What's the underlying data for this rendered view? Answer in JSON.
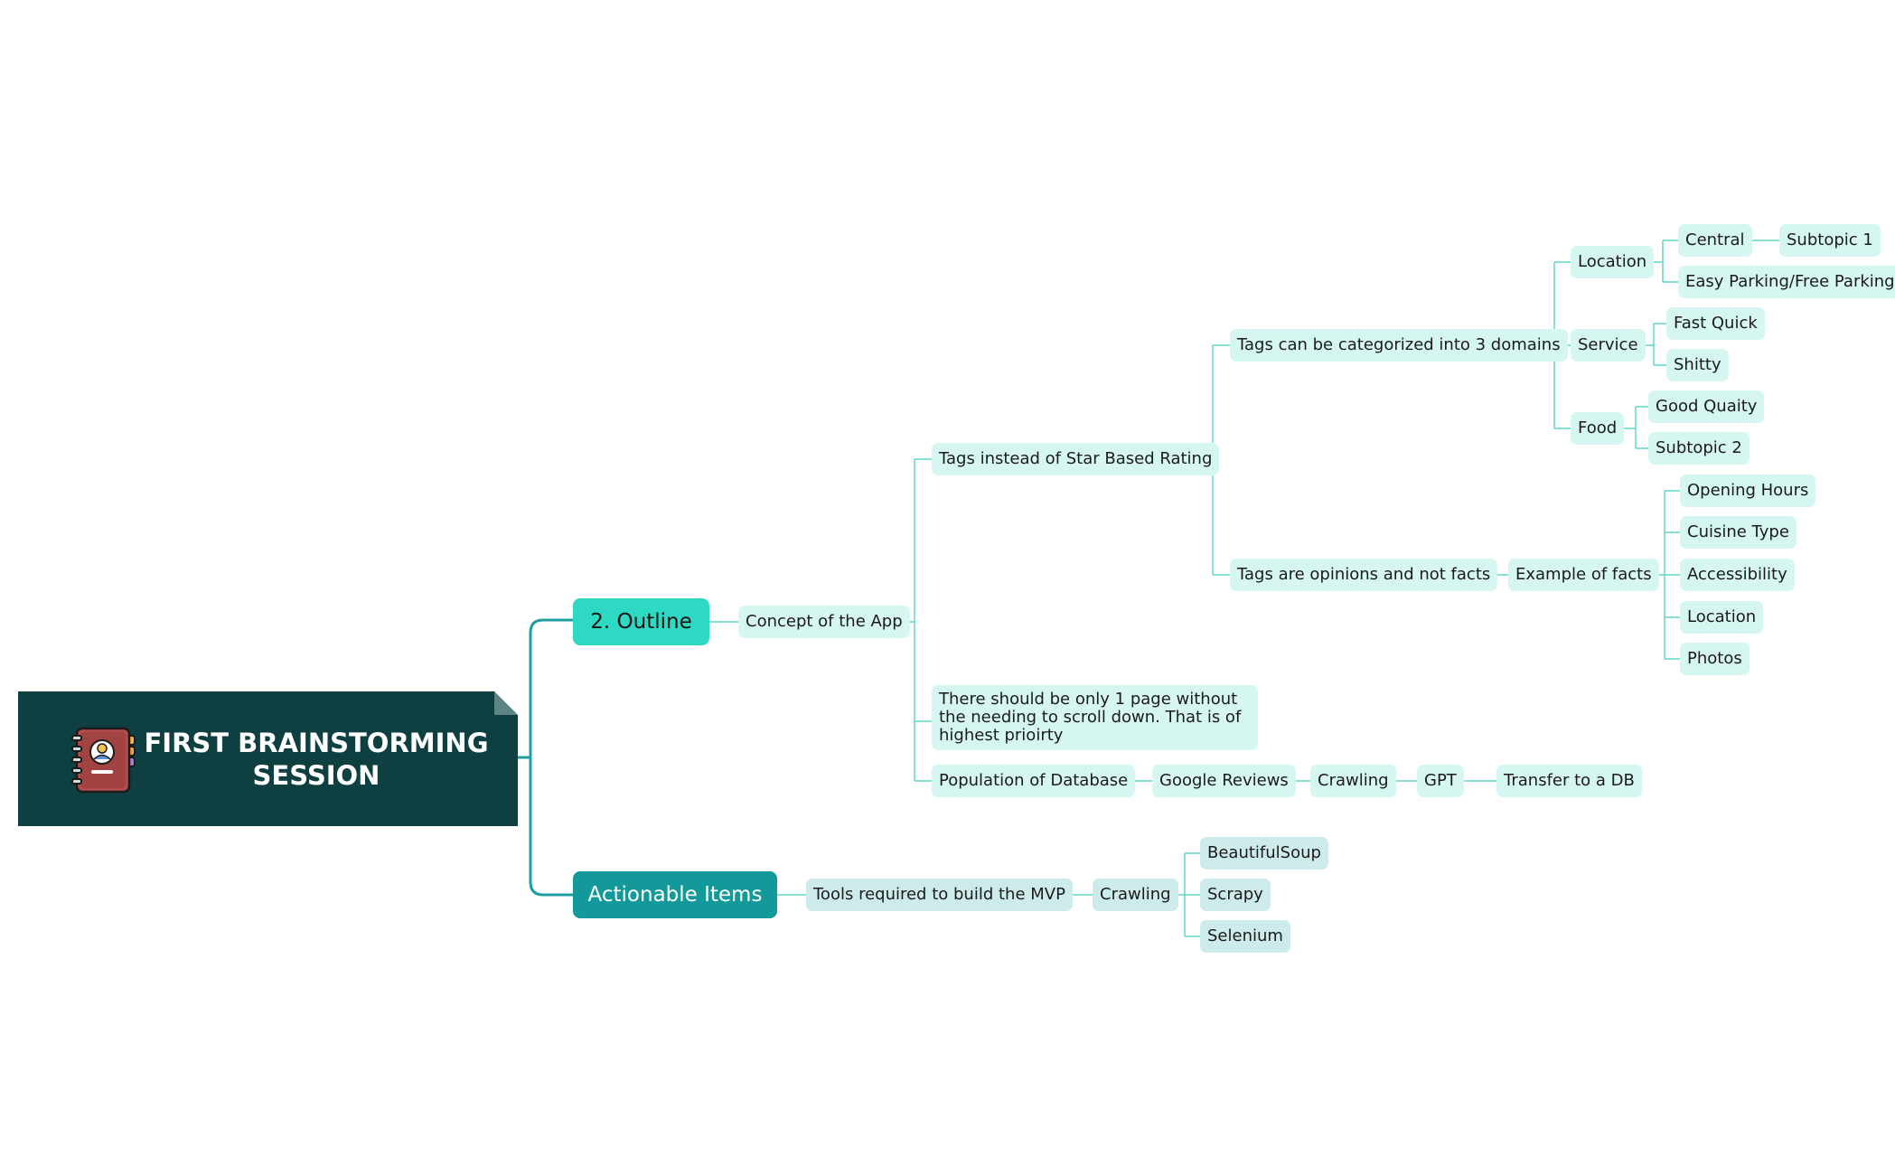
{
  "root": {
    "title": "FIRST BRAINSTORMING SESSION",
    "icon": "notebook-icon"
  },
  "branches": {
    "outline": "2. Outline",
    "concept": "Concept of the App",
    "tags_instead": "Tags instead of Star Based Rating",
    "tags_categorized": "Tags can be categorized into 3 domains",
    "location": "Location",
    "central": "Central",
    "subtopic1": "Subtopic 1",
    "easy_parking": "Easy Parking/Free Parking",
    "service": "Service",
    "fast_quick": "Fast Quick",
    "shitty": "Shitty",
    "food": "Food",
    "good_quaity": "Good Quaity",
    "subtopic2": "Subtopic 2",
    "tags_opinions": "Tags are opinions and not facts",
    "example_facts": "Example of facts",
    "opening_hours": "Opening Hours",
    "cuisine_type": "Cuisine Type",
    "accessibility": "Accessibility",
    "fact_location": "Location",
    "photos": "Photos",
    "one_page": "There should be only 1 page without the needing to scroll down. That is of highest prioirty",
    "population": "Population of Database",
    "google_reviews": "Google Reviews",
    "crawling1": "Crawling",
    "gpt": "GPT",
    "transfer_db": "Transfer to a DB",
    "actionable": "Actionable Items",
    "tools": "Tools required to build the MVP",
    "crawling2": "Crawling",
    "beautifulsoup": "BeautifulSoup",
    "scrapy": "Scrapy",
    "selenium": "Selenium"
  },
  "colors": {
    "root_bg": "#0e4041",
    "outline_bg": "#2ed9c3",
    "actions_bg": "#13999a",
    "subtopic_bg": "#d6f6f1",
    "connector_main": "#1f9ea0",
    "connector_sub": "#5ed9c9"
  }
}
